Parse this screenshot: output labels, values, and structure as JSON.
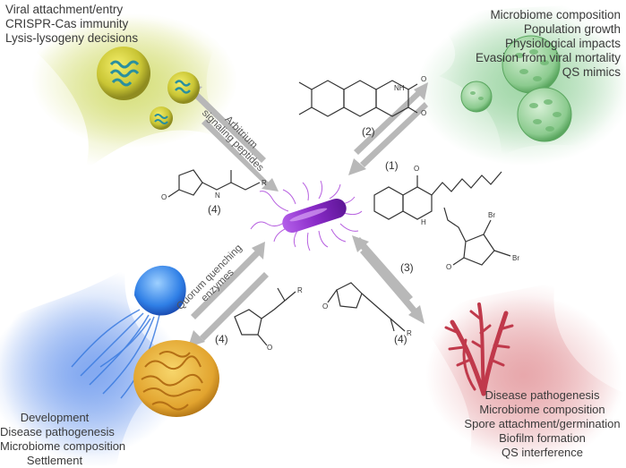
{
  "texts": {
    "top_left": [
      "Viral attachment/entry",
      "CRISPR-Cas immunity",
      "Lysis-lysogeny decisions"
    ],
    "top_right": [
      "Microbiome composition",
      "Population growth",
      "Physiological impacts",
      "Evasion from viral mortality",
      "QS mimics"
    ],
    "bottom_left": [
      "Development",
      "Disease pathogenesis",
      "Microbiome composition",
      "Settlement"
    ],
    "bottom_right": [
      "Disease pathogenesis",
      "Microbiome composition",
      "Spore attachment/germination",
      "Biofilm formation",
      "QS interference"
    ]
  },
  "arrow_labels": {
    "arbitrium": [
      "Arbitrium",
      "signaling peptides"
    ],
    "quorum": [
      "Quorum quenching",
      "enzymes"
    ]
  },
  "compound_labels": {
    "c1": "(1)",
    "c2": "(2)",
    "c3": "(3)",
    "c4_top_left": "(4)",
    "c4_bottom_left": "(4)",
    "c4_bottom_right": "(4)"
  },
  "atom_labels": {
    "o": "O",
    "n": "N",
    "nh": "NH",
    "h": "H",
    "r": "R",
    "br": "Br"
  },
  "colors": {
    "top_left_glow": "#d6df7a",
    "top_right_glow": "#9fd6a6",
    "bottom_left_glow": "#7fa6f0",
    "bottom_right_glow": "#e7a6aa",
    "bacterium": "#8a2bc8",
    "arrow": "#b8b8b8"
  }
}
